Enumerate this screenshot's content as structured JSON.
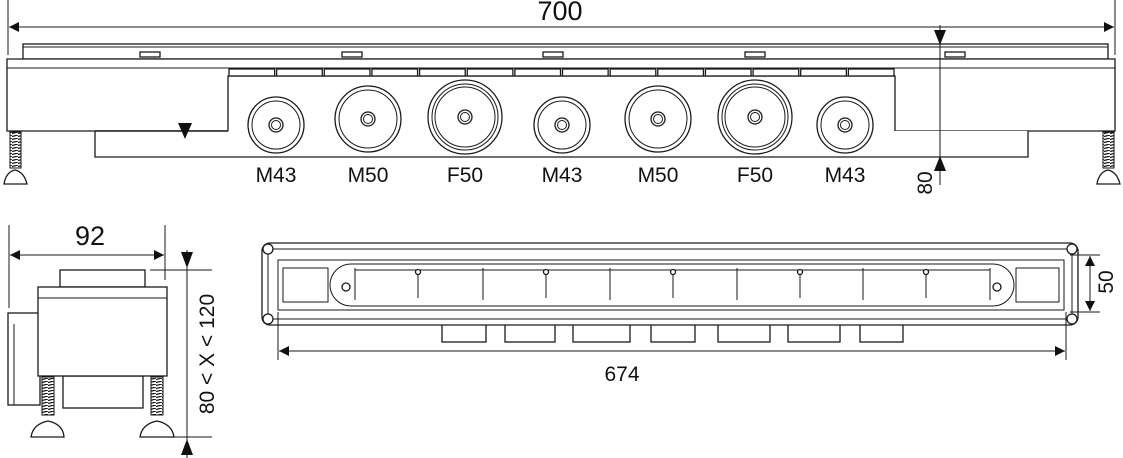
{
  "front_view": {
    "overall_length": "700",
    "height": "80",
    "outlets": [
      {
        "label": "M43",
        "size": 43
      },
      {
        "label": "M50",
        "size": 50
      },
      {
        "label": "F50",
        "size": 50
      },
      {
        "label": "M43",
        "size": 43
      },
      {
        "label": "M50",
        "size": 50
      },
      {
        "label": "F50",
        "size": 50
      },
      {
        "label": "M43",
        "size": 43
      }
    ]
  },
  "side_view": {
    "width": "92",
    "height_range": "80 < X < 120"
  },
  "top_view": {
    "inner_length": "674",
    "width": "50"
  }
}
